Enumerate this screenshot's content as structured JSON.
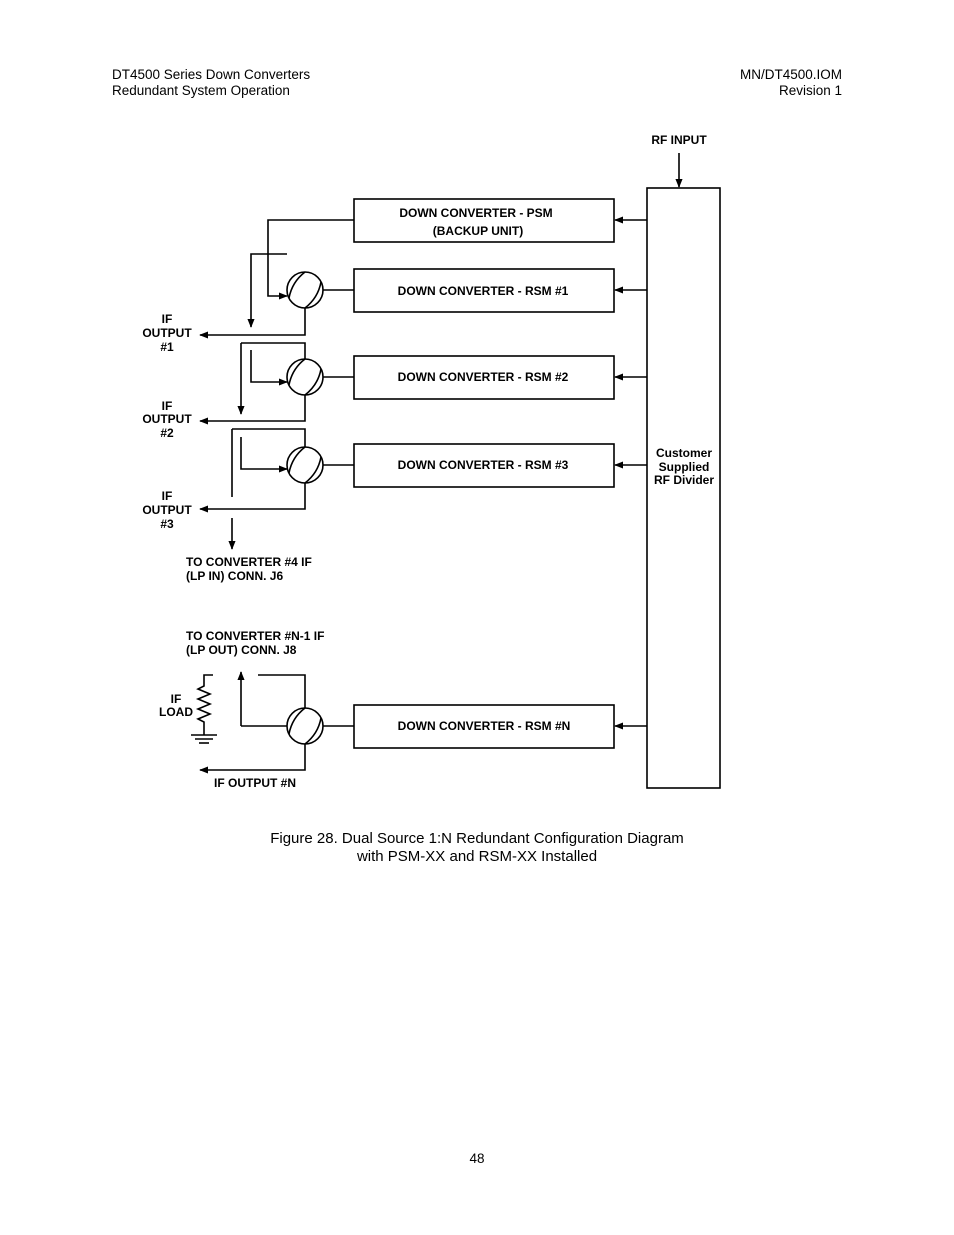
{
  "header": {
    "left_line1": "DT4500 Series Down Converters",
    "left_line2": "Redundant System Operation",
    "right_line1": "MN/DT4500.IOM",
    "right_line2": "Revision 1"
  },
  "diagram": {
    "rf_input": "RF INPUT",
    "psm_line1": "DOWN CONVERTER - PSM",
    "psm_line2": "(BACKUP UNIT)",
    "rsm1": "DOWN CONVERTER - RSM #1",
    "rsm2": "DOWN CONVERTER - RSM #2",
    "rsm3": "DOWN CONVERTER - RSM #3",
    "rsmN": "DOWN CONVERTER - RSM #N",
    "divider_line1": "Customer",
    "divider_line2": "Supplied",
    "divider_line3": "RF Divider",
    "if_out1": [
      "IF",
      "OUTPUT",
      "#1"
    ],
    "if_out2": [
      "IF",
      "OUTPUT",
      "#2"
    ],
    "if_out3": [
      "IF",
      "OUTPUT",
      "#3"
    ],
    "to_conv4_line1": "TO CONVERTER #4 IF",
    "to_conv4_line2": "(LP IN) CONN. J6",
    "to_convN_line1": "TO CONVERTER #N-1 IF",
    "to_convN_line2": "(LP OUT) CONN. J8",
    "if_load_line1": "IF",
    "if_load_line2": "LOAD",
    "if_output_n": "IF OUTPUT #N"
  },
  "caption": {
    "line1": "Figure 28.  Dual Source 1:N Redundant Configuration Diagram",
    "line2": "with PSM-XX and RSM-XX Installed"
  },
  "page_number": "48"
}
